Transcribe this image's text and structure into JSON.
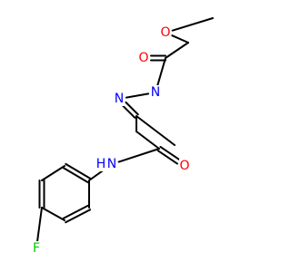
{
  "molecule": {
    "atoms": [
      {
        "id": "O1",
        "element": "O",
        "label": "O",
        "color": "#ff0000"
      },
      {
        "id": "O2",
        "element": "O",
        "label": "O",
        "color": "#ff0000"
      },
      {
        "id": "N1",
        "element": "N",
        "label": "N",
        "color": "#0000ff"
      },
      {
        "id": "N2",
        "element": "N",
        "label": "N",
        "color": "#0000ff"
      },
      {
        "id": "O3",
        "element": "O",
        "label": "O",
        "color": "#ff0000"
      },
      {
        "id": "N3",
        "element": "N",
        "label": "N",
        "color": "#0000ff"
      },
      {
        "id": "H1",
        "element": "H",
        "label": "H",
        "color": "#0000ff"
      },
      {
        "id": "F1",
        "element": "F",
        "label": "F",
        "color": "#00cc00"
      }
    ],
    "bond_count": 22
  }
}
